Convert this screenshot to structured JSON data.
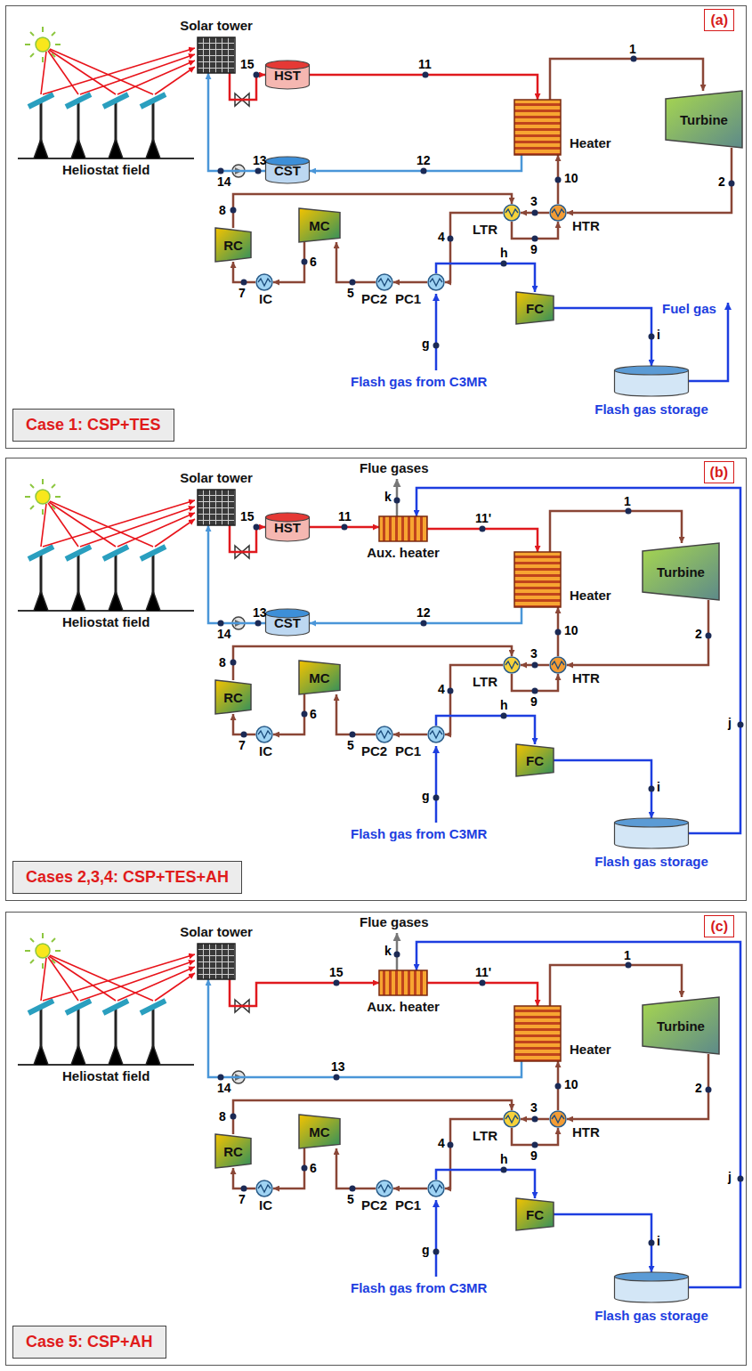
{
  "diagram": {
    "nodes": [
      {
        "text": [
          "(a)",
          "Case 1: CSP+TES"
        ]
      },
      {
        "text": [
          "Solar tower"
        ],
        "in": 0
      },
      {
        "text": [
          "Heliostat field"
        ],
        "in": 0
      },
      {
        "text": [
          "HST"
        ],
        "in": 0
      },
      {
        "text": [
          "CST"
        ],
        "in": 0
      },
      {
        "text": [
          "Heater"
        ],
        "in": 0
      },
      {
        "text": [
          "Turbine"
        ],
        "in": 0
      },
      {
        "text": [
          "LTR"
        ],
        "in": 0
      },
      {
        "text": [
          "HTR"
        ],
        "in": 0
      },
      {
        "text": [
          "RC"
        ],
        "in": 0
      },
      {
        "text": [
          "MC"
        ],
        "in": 0
      },
      {
        "text": [
          "IC"
        ],
        "in": 0
      },
      {
        "text": [
          "PC2"
        ],
        "in": 0
      },
      {
        "text": [
          "PC1"
        ],
        "in": 0
      },
      {
        "text": [
          "FC"
        ],
        "in": 0
      },
      {
        "text": [
          "Flash gas storage"
        ],
        "in": 0
      },
      {
        "text": [
          "(b)",
          "Cases 2,3,4: CSP+TES+AH"
        ]
      },
      {
        "text": [
          "Solar tower"
        ],
        "in": 16
      },
      {
        "text": [
          "Heliostat field"
        ],
        "in": 16
      },
      {
        "text": [
          "HST"
        ],
        "in": 16
      },
      {
        "text": [
          "CST"
        ],
        "in": 16
      },
      {
        "text": [
          "Aux. heater"
        ],
        "in": 16
      },
      {
        "text": [
          "Heater"
        ],
        "in": 16
      },
      {
        "text": [
          "Turbine"
        ],
        "in": 16
      },
      {
        "text": [
          "LTR"
        ],
        "in": 16
      },
      {
        "text": [
          "HTR"
        ],
        "in": 16
      },
      {
        "text": [
          "RC"
        ],
        "in": 16
      },
      {
        "text": [
          "MC"
        ],
        "in": 16
      },
      {
        "text": [
          "IC"
        ],
        "in": 16
      },
      {
        "text": [
          "PC2"
        ],
        "in": 16
      },
      {
        "text": [
          "PC1"
        ],
        "in": 16
      },
      {
        "text": [
          "FC"
        ],
        "in": 16
      },
      {
        "text": [
          "Flash gas storage"
        ],
        "in": 16
      },
      {
        "text": [
          "(c)",
          "Case 5: CSP+AH"
        ]
      },
      {
        "text": [
          "Solar tower"
        ],
        "in": 33
      },
      {
        "text": [
          "Heliostat field"
        ],
        "in": 33
      },
      {
        "text": [
          "Aux. heater"
        ],
        "in": 33
      },
      {
        "text": [
          "Heater"
        ],
        "in": 33
      },
      {
        "text": [
          "Turbine"
        ],
        "in": 33
      },
      {
        "text": [
          "LTR"
        ],
        "in": 33
      },
      {
        "text": [
          "HTR"
        ],
        "in": 33
      },
      {
        "text": [
          "RC"
        ],
        "in": 33
      },
      {
        "text": [
          "MC"
        ],
        "in": 33
      },
      {
        "text": [
          "IC"
        ],
        "in": 33
      },
      {
        "text": [
          "PC2"
        ],
        "in": 33
      },
      {
        "text": [
          "PC1"
        ],
        "in": 33
      },
      {
        "text": [
          "FC"
        ],
        "in": 33
      },
      {
        "text": [
          "Flash gas storage"
        ],
        "in": 33
      }
    ],
    "edges": [
      {
        "from": 1,
        "to": 3,
        "label": "15",
        "arrow": "to"
      },
      {
        "from": 3,
        "to": 5,
        "label": "11",
        "arrow": "to"
      },
      {
        "from": 5,
        "to": 6,
        "label": "1",
        "arrow": "to"
      },
      {
        "from": 6,
        "to": 8,
        "label": "2",
        "arrow": "to"
      },
      {
        "from": 8,
        "to": 7,
        "label": "3",
        "arrow": "to"
      },
      {
        "from": 7,
        "to": 13,
        "label": "4",
        "arrow": "to"
      },
      {
        "from": 13,
        "to": 12,
        "arrow": "to"
      },
      {
        "from": 12,
        "to": 10,
        "label": "5",
        "arrow": "to"
      },
      {
        "from": 10,
        "to": 11,
        "label": "6",
        "arrow": "to"
      },
      {
        "from": 11,
        "to": 9,
        "label": "7",
        "arrow": "to"
      },
      {
        "from": 9,
        "to": 7,
        "label": "8",
        "arrow": "to"
      },
      {
        "from": 7,
        "to": 8,
        "label": "9",
        "arrow": "to"
      },
      {
        "from": 8,
        "to": 5,
        "label": "10",
        "arrow": "to"
      },
      {
        "from": 5,
        "to": 4,
        "label": "12",
        "arrow": "to"
      },
      {
        "from": 4,
        "to": 1,
        "label": "13",
        "arrow": "to"
      },
      {
        "from": 13,
        "to": 14,
        "label": "h",
        "arrow": "to"
      },
      {
        "from": 14,
        "to": 15,
        "label": "i",
        "arrow": "to"
      },
      {
        "from": 17,
        "to": 19,
        "label": "15",
        "arrow": "to"
      },
      {
        "from": 19,
        "to": 21,
        "label": "11",
        "arrow": "to"
      },
      {
        "from": 21,
        "to": 22,
        "label": "11'",
        "arrow": "to"
      },
      {
        "from": 22,
        "to": 23,
        "label": "1",
        "arrow": "to"
      },
      {
        "from": 23,
        "to": 25,
        "label": "2",
        "arrow": "to"
      },
      {
        "from": 25,
        "to": 24,
        "label": "3",
        "arrow": "to"
      },
      {
        "from": 24,
        "to": 30,
        "label": "4",
        "arrow": "to"
      },
      {
        "from": 30,
        "to": 29,
        "arrow": "to"
      },
      {
        "from": 29,
        "to": 27,
        "label": "5",
        "arrow": "to"
      },
      {
        "from": 27,
        "to": 28,
        "label": "6",
        "arrow": "to"
      },
      {
        "from": 28,
        "to": 26,
        "label": "7",
        "arrow": "to"
      },
      {
        "from": 26,
        "to": 24,
        "label": "8",
        "arrow": "to"
      },
      {
        "from": 24,
        "to": 25,
        "label": "9",
        "arrow": "to"
      },
      {
        "from": 25,
        "to": 22,
        "label": "10",
        "arrow": "to"
      },
      {
        "from": 22,
        "to": 20,
        "label": "12",
        "arrow": "to"
      },
      {
        "from": 20,
        "to": 17,
        "label": "13",
        "arrow": "to"
      },
      {
        "from": 30,
        "to": 31,
        "label": "h",
        "arrow": "to"
      },
      {
        "from": 31,
        "to": 32,
        "label": "i",
        "arrow": "to"
      },
      {
        "from": 32,
        "to": 21,
        "label": "j",
        "arrow": "to"
      },
      {
        "from": 34,
        "to": 36,
        "label": "15",
        "arrow": "to"
      },
      {
        "from": 36,
        "to": 37,
        "label": "11'",
        "arrow": "to"
      },
      {
        "from": 37,
        "to": 38,
        "label": "1",
        "arrow": "to"
      },
      {
        "from": 38,
        "to": 40,
        "label": "2",
        "arrow": "to"
      },
      {
        "from": 40,
        "to": 39,
        "label": "3",
        "arrow": "to"
      },
      {
        "from": 39,
        "to": 45,
        "label": "4",
        "arrow": "to"
      },
      {
        "from": 45,
        "to": 44,
        "arrow": "to"
      },
      {
        "from": 44,
        "to": 42,
        "label": "5",
        "arrow": "to"
      },
      {
        "from": 42,
        "to": 43,
        "label": "6",
        "arrow": "to"
      },
      {
        "from": 43,
        "to": 41,
        "label": "7",
        "arrow": "to"
      },
      {
        "from": 41,
        "to": 39,
        "label": "8",
        "arrow": "to"
      },
      {
        "from": 39,
        "to": 40,
        "label": "9",
        "arrow": "to"
      },
      {
        "from": 40,
        "to": 37,
        "label": "10",
        "arrow": "to"
      },
      {
        "from": 37,
        "to": 34,
        "label": "13",
        "arrow": "to"
      },
      {
        "from": 45,
        "to": 46,
        "label": "h",
        "arrow": "to"
      },
      {
        "from": 46,
        "to": 47,
        "label": "i",
        "arrow": "to"
      },
      {
        "from": 47,
        "to": 36,
        "label": "j",
        "arrow": "to"
      }
    ],
    "labels": [
      "14",
      "g",
      "Flash gas from C3MR",
      "Fuel gas",
      "Flue gases",
      "k",
      "14",
      "g",
      "Flash gas from C3MR",
      "Flue gases",
      "k",
      "14",
      "g",
      "Flash gas from C3MR"
    ]
  }
}
